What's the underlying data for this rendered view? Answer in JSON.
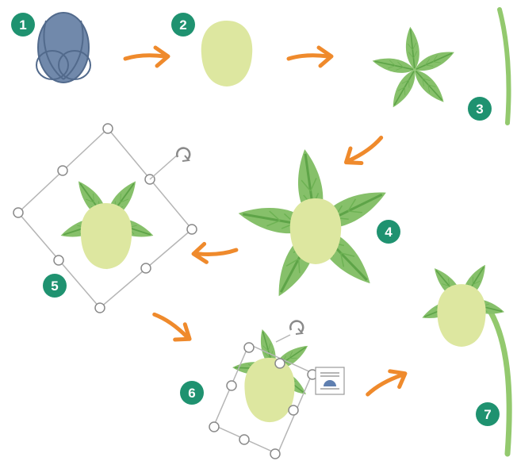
{
  "steps": [
    {
      "number": "1"
    },
    {
      "number": "2"
    },
    {
      "number": "3"
    },
    {
      "number": "4"
    },
    {
      "number": "5"
    },
    {
      "number": "6"
    },
    {
      "number": "7"
    }
  ],
  "colors": {
    "badge": "#1f9270",
    "arrow": "#ef8a2c",
    "bud_blue": "#7189ab",
    "bud_blue_stroke": "#526a8c",
    "bloom_yellow": "#dde7a0",
    "leaf_green": "#86c06a",
    "leaf_dark": "#5ea448",
    "stem_green": "#93c96e",
    "handle_stroke": "#8a8a8a",
    "frame_line": "#b5b5b5"
  },
  "icons": {
    "rotate_handle": "rotate-icon",
    "layout_options": "layout-options-icon"
  }
}
